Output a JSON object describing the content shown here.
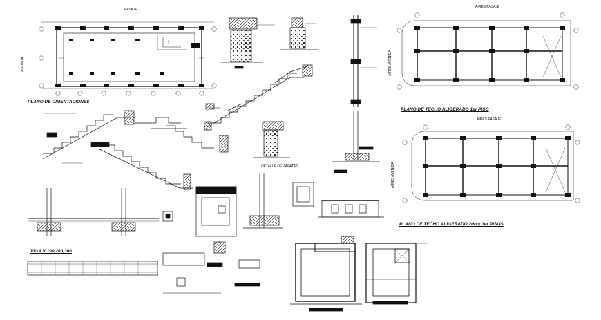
{
  "labels": {
    "pasaje": "PASAJE",
    "avenida": "AVENIDA",
    "plano_cimentaciones": "PLANO DE CIMENTACIONES",
    "aires_pasaje_top": "AIRES PASAJE",
    "aires_avenida_top": "AIRES AVENIDA",
    "plano_techo_1": "PLANO DE TECHO ALIGERADO 1er  PISO",
    "aires_pasaje_bottom": "AIRES PASAJE",
    "aires_avenida_bottom": "AIRES AVENIDA",
    "plano_techo_2": "PLANO DE TECHO ALIGERADO 2do y 3er PISOS",
    "detalle_zapatas": "DETALLE DE ZAPATAS",
    "viga": "VIGA  V-100,200,300"
  },
  "colors": {
    "ink": "#111111",
    "paper": "#ffffff"
  }
}
